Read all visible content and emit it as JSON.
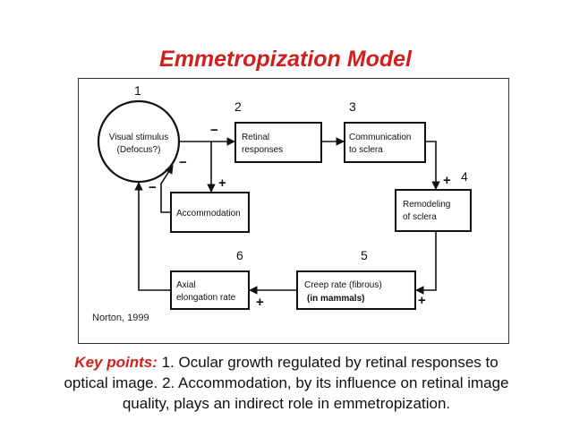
{
  "title": "Emmetropization Model",
  "diagram": {
    "nodes": {
      "visual_stimulus": {
        "number": "1",
        "line1": "Visual stimulus",
        "line2": "(Defocus?)"
      },
      "retinal": {
        "number": "2",
        "line1": "Retinal",
        "line2": "responses"
      },
      "communication": {
        "number": "3",
        "line1": "Communication",
        "line2": "to sclera"
      },
      "remodeling": {
        "number": "4",
        "line1": "Remodeling",
        "line2": "of sclera"
      },
      "creep": {
        "number": "5",
        "line1": "Creep rate (fibrous)",
        "line2": "(in mammals)"
      },
      "axial": {
        "number": "6",
        "line1": "Axial",
        "line2": "elongation rate"
      },
      "accommodation": {
        "line1": "Accommodation"
      }
    },
    "signs": {
      "minus": "−",
      "plus": "+"
    },
    "credit": "Norton, 1999"
  },
  "key_points": {
    "label": "Key points:",
    "text": " 1. Ocular growth regulated by retinal responses to optical image. 2. Accommodation, by its influence on retinal image quality, plays an indirect role in emmetropization."
  }
}
